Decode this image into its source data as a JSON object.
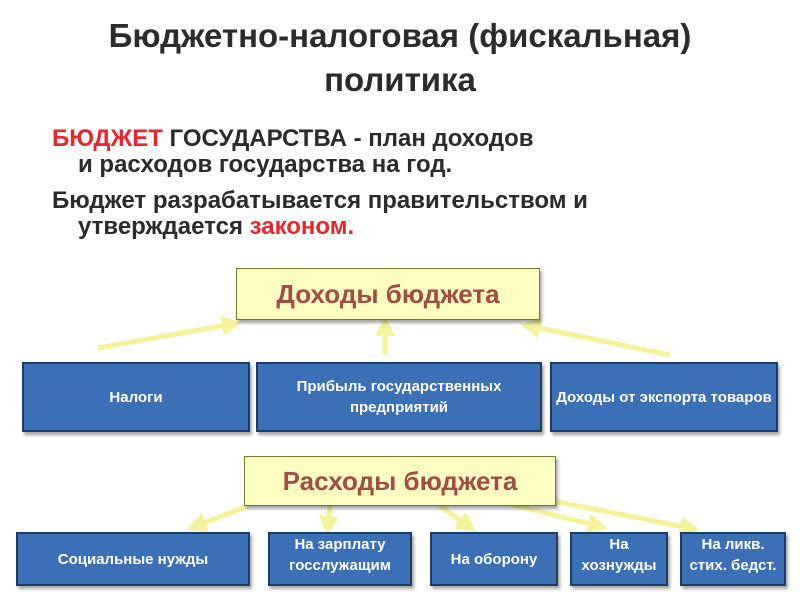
{
  "title": {
    "line1": "Бюджетно-налоговая (фискальная)",
    "line2": "политика"
  },
  "definition": {
    "term": "БЮДЖЕТ",
    "rest1": " ГОСУДАРСТВА - план доходов",
    "line2": "и расходов государства на год.",
    "line3": "Бюджет разрабатывается правительством  и",
    "line4_start": "утверждается ",
    "line4_red": "законом."
  },
  "income": {
    "header": "Доходы бюджета",
    "sources": [
      "Налоги",
      "Прибыль государственных предприятий",
      "Доходы от экспорта товаров"
    ]
  },
  "expenses": {
    "header": "Расходы бюджета",
    "items": [
      "Социальные нужды",
      "На зарплату госслужащим",
      "На оборону",
      "На хознужды",
      "На ликв. стих. бедст."
    ]
  },
  "colors": {
    "header_fill": "#fdfdc1",
    "header_text": "#a14d43",
    "box_fill": "#3b6fb6",
    "arrow": "#f4f39b",
    "accent_red": "#e8262b"
  }
}
